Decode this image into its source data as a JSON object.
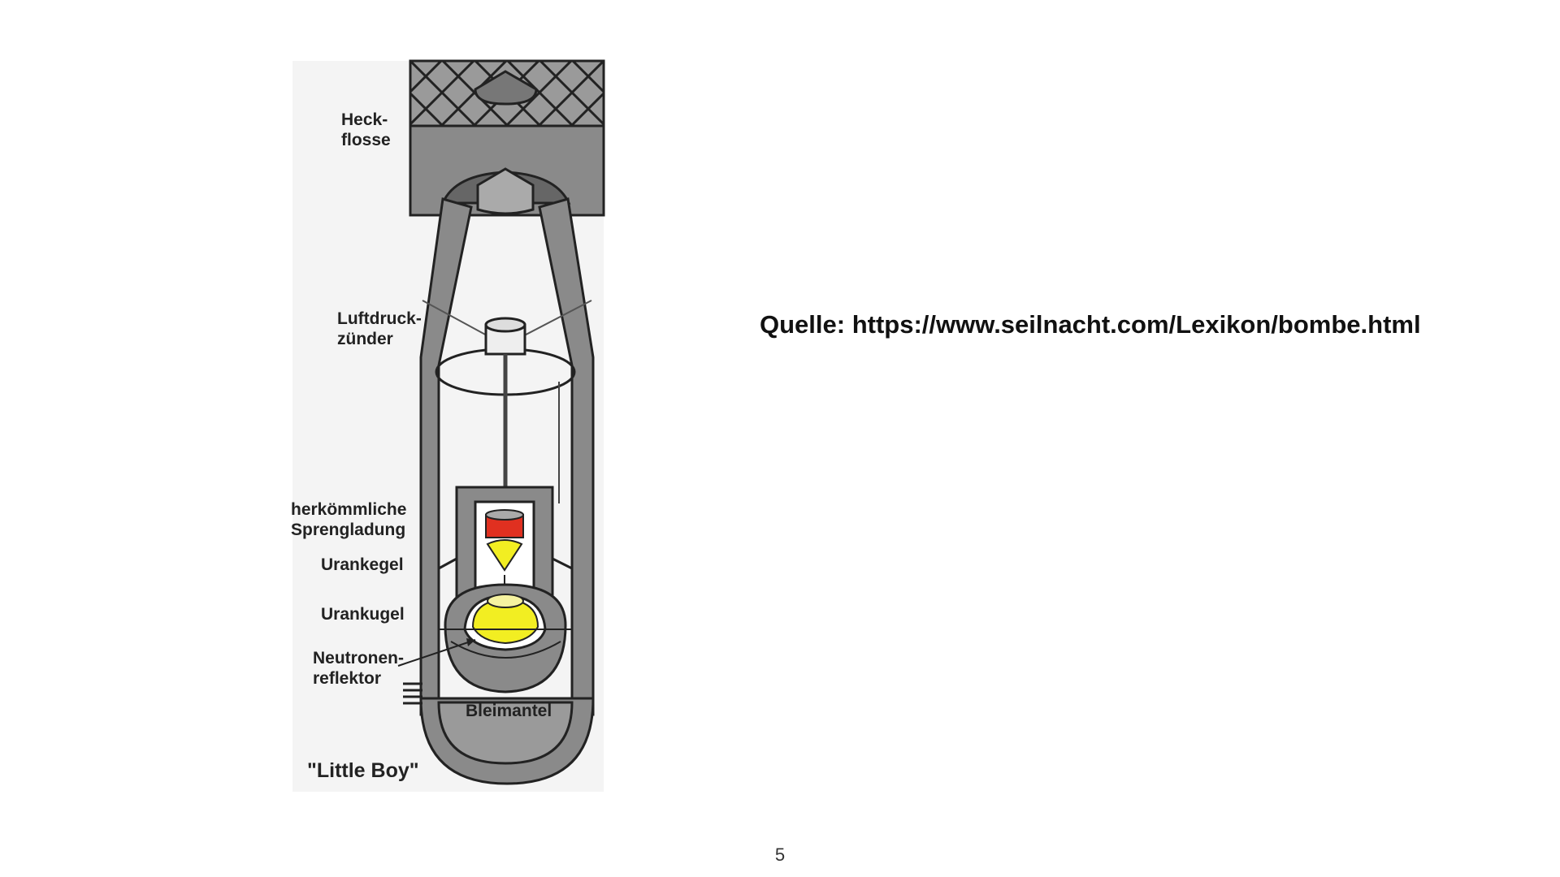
{
  "diagram": {
    "labels": {
      "tail_fin": [
        "Heck-",
        "flosse"
      ],
      "barometric_fuze": [
        "Luftdruck-",
        "zünder"
      ],
      "conventional_charge": [
        "herkömmliche",
        "Sprengladung"
      ],
      "uranium_cone": "Urankegel",
      "uranium_sphere": "Urankugel",
      "neutron_reflector": [
        "Neutronen-",
        "reflektor"
      ],
      "lead_casing": "Bleimantel",
      "title": "\"Little Boy\""
    },
    "colors": {
      "casing": "#8a8a8a",
      "dark_outline": "#222222",
      "explosive": "#e03020",
      "uranium": "#f2ee22",
      "uranium_light": "#f6f3a0",
      "backdrop": "#f4f4f4"
    }
  },
  "slide": {
    "caption": "Quelle: https://www.seilnacht.com/Lexikon/bombe.html",
    "page_number": "5"
  }
}
